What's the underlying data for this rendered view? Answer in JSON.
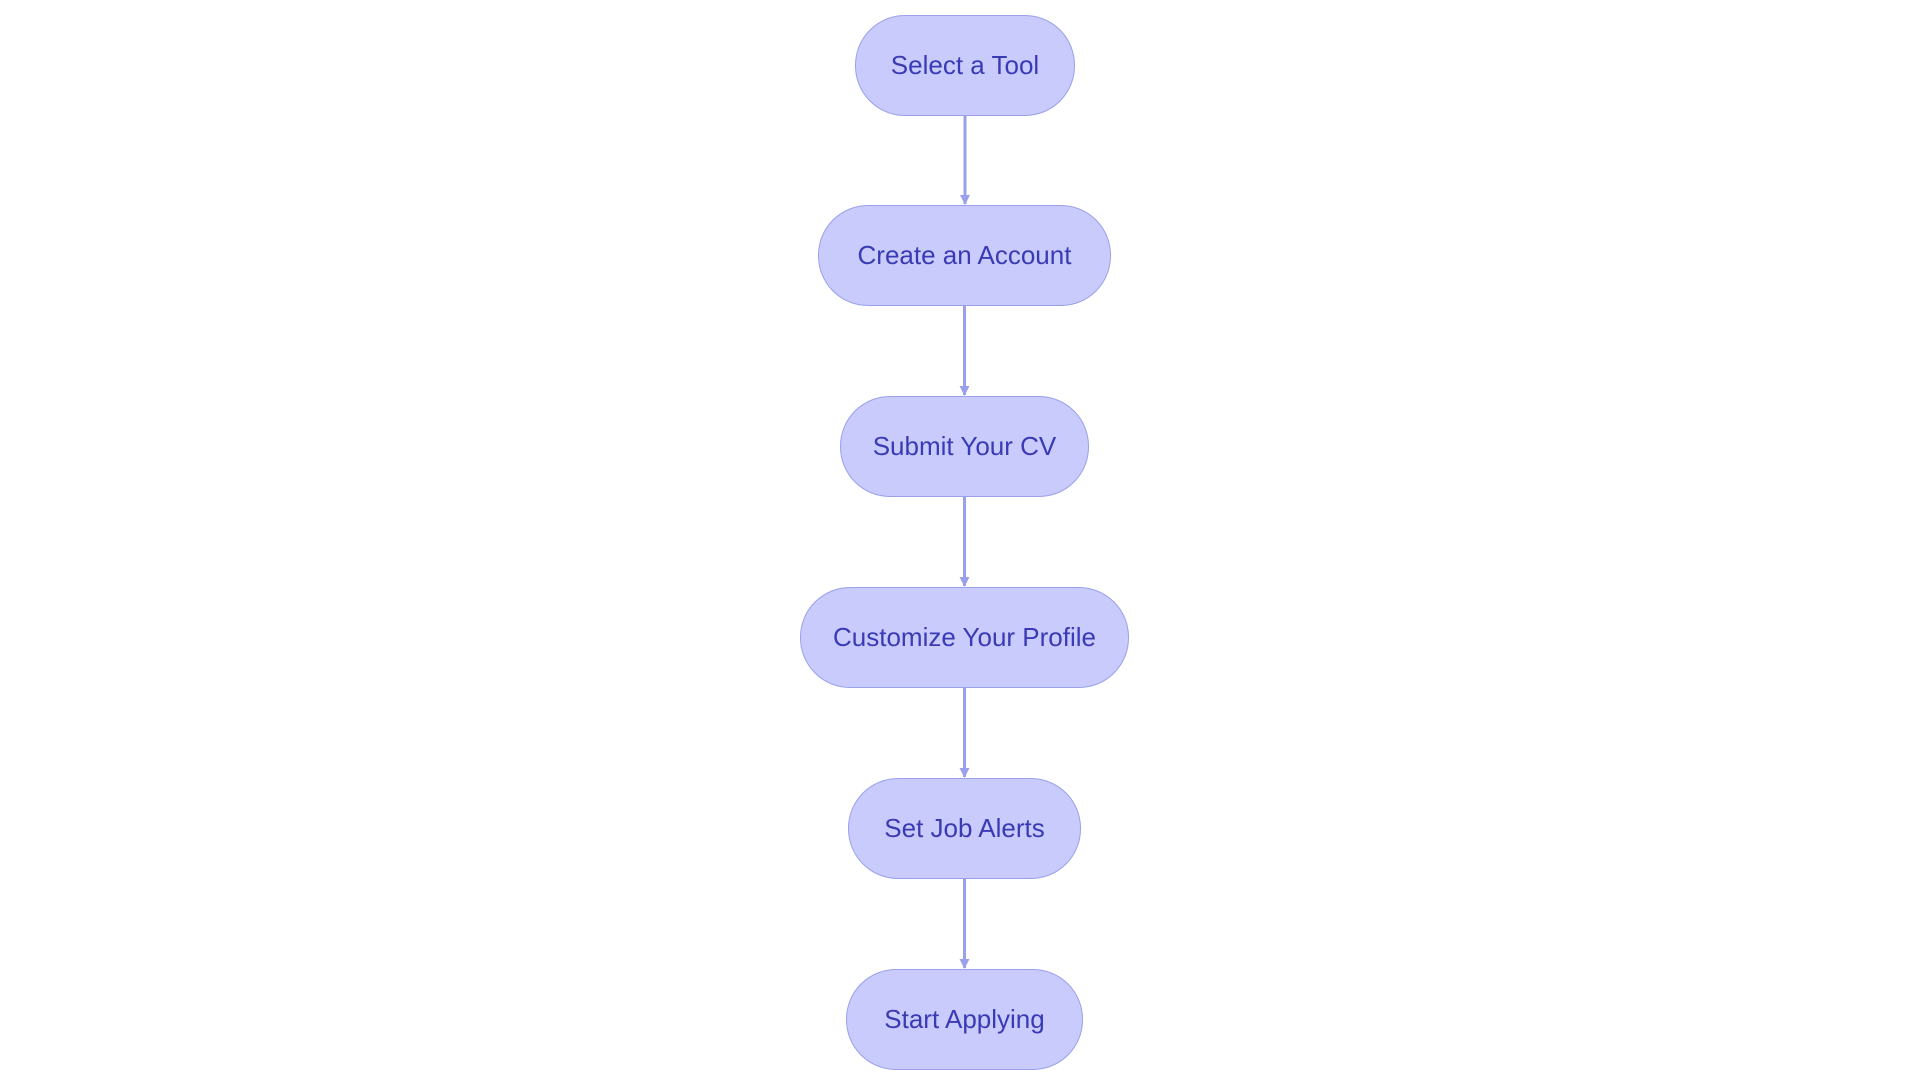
{
  "diagram": {
    "type": "flowchart",
    "direction": "top-to-bottom",
    "colors": {
      "node_fill": "#c8cbfc",
      "node_border": "#9aa1ea",
      "node_text": "#3a3ab4",
      "edge": "#9aa1ea"
    },
    "nodes": [
      {
        "id": "n0",
        "label": "Select a Tool"
      },
      {
        "id": "n1",
        "label": "Create an Account"
      },
      {
        "id": "n2",
        "label": "Submit Your CV"
      },
      {
        "id": "n3",
        "label": "Customize Your Profile"
      },
      {
        "id": "n4",
        "label": "Set Job Alerts"
      },
      {
        "id": "n5",
        "label": "Start Applying"
      }
    ],
    "edges": [
      {
        "from": "n0",
        "to": "n1"
      },
      {
        "from": "n1",
        "to": "n2"
      },
      {
        "from": "n2",
        "to": "n3"
      },
      {
        "from": "n3",
        "to": "n4"
      },
      {
        "from": "n4",
        "to": "n5"
      }
    ]
  }
}
